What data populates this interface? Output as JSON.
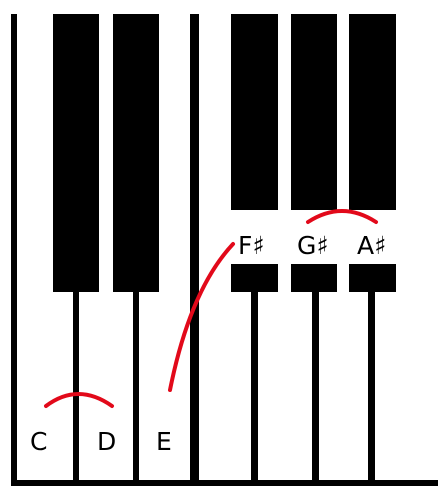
{
  "diagram": {
    "colors": {
      "key_fill": "#000000",
      "background": "#ffffff",
      "arc_stroke": "#e2091a",
      "label_fill": "#000000"
    },
    "labels": {
      "c": "C",
      "d": "D",
      "e": "E",
      "f_sharp": "F♯",
      "g_sharp": "G♯",
      "a_sharp": "A♯"
    }
  }
}
